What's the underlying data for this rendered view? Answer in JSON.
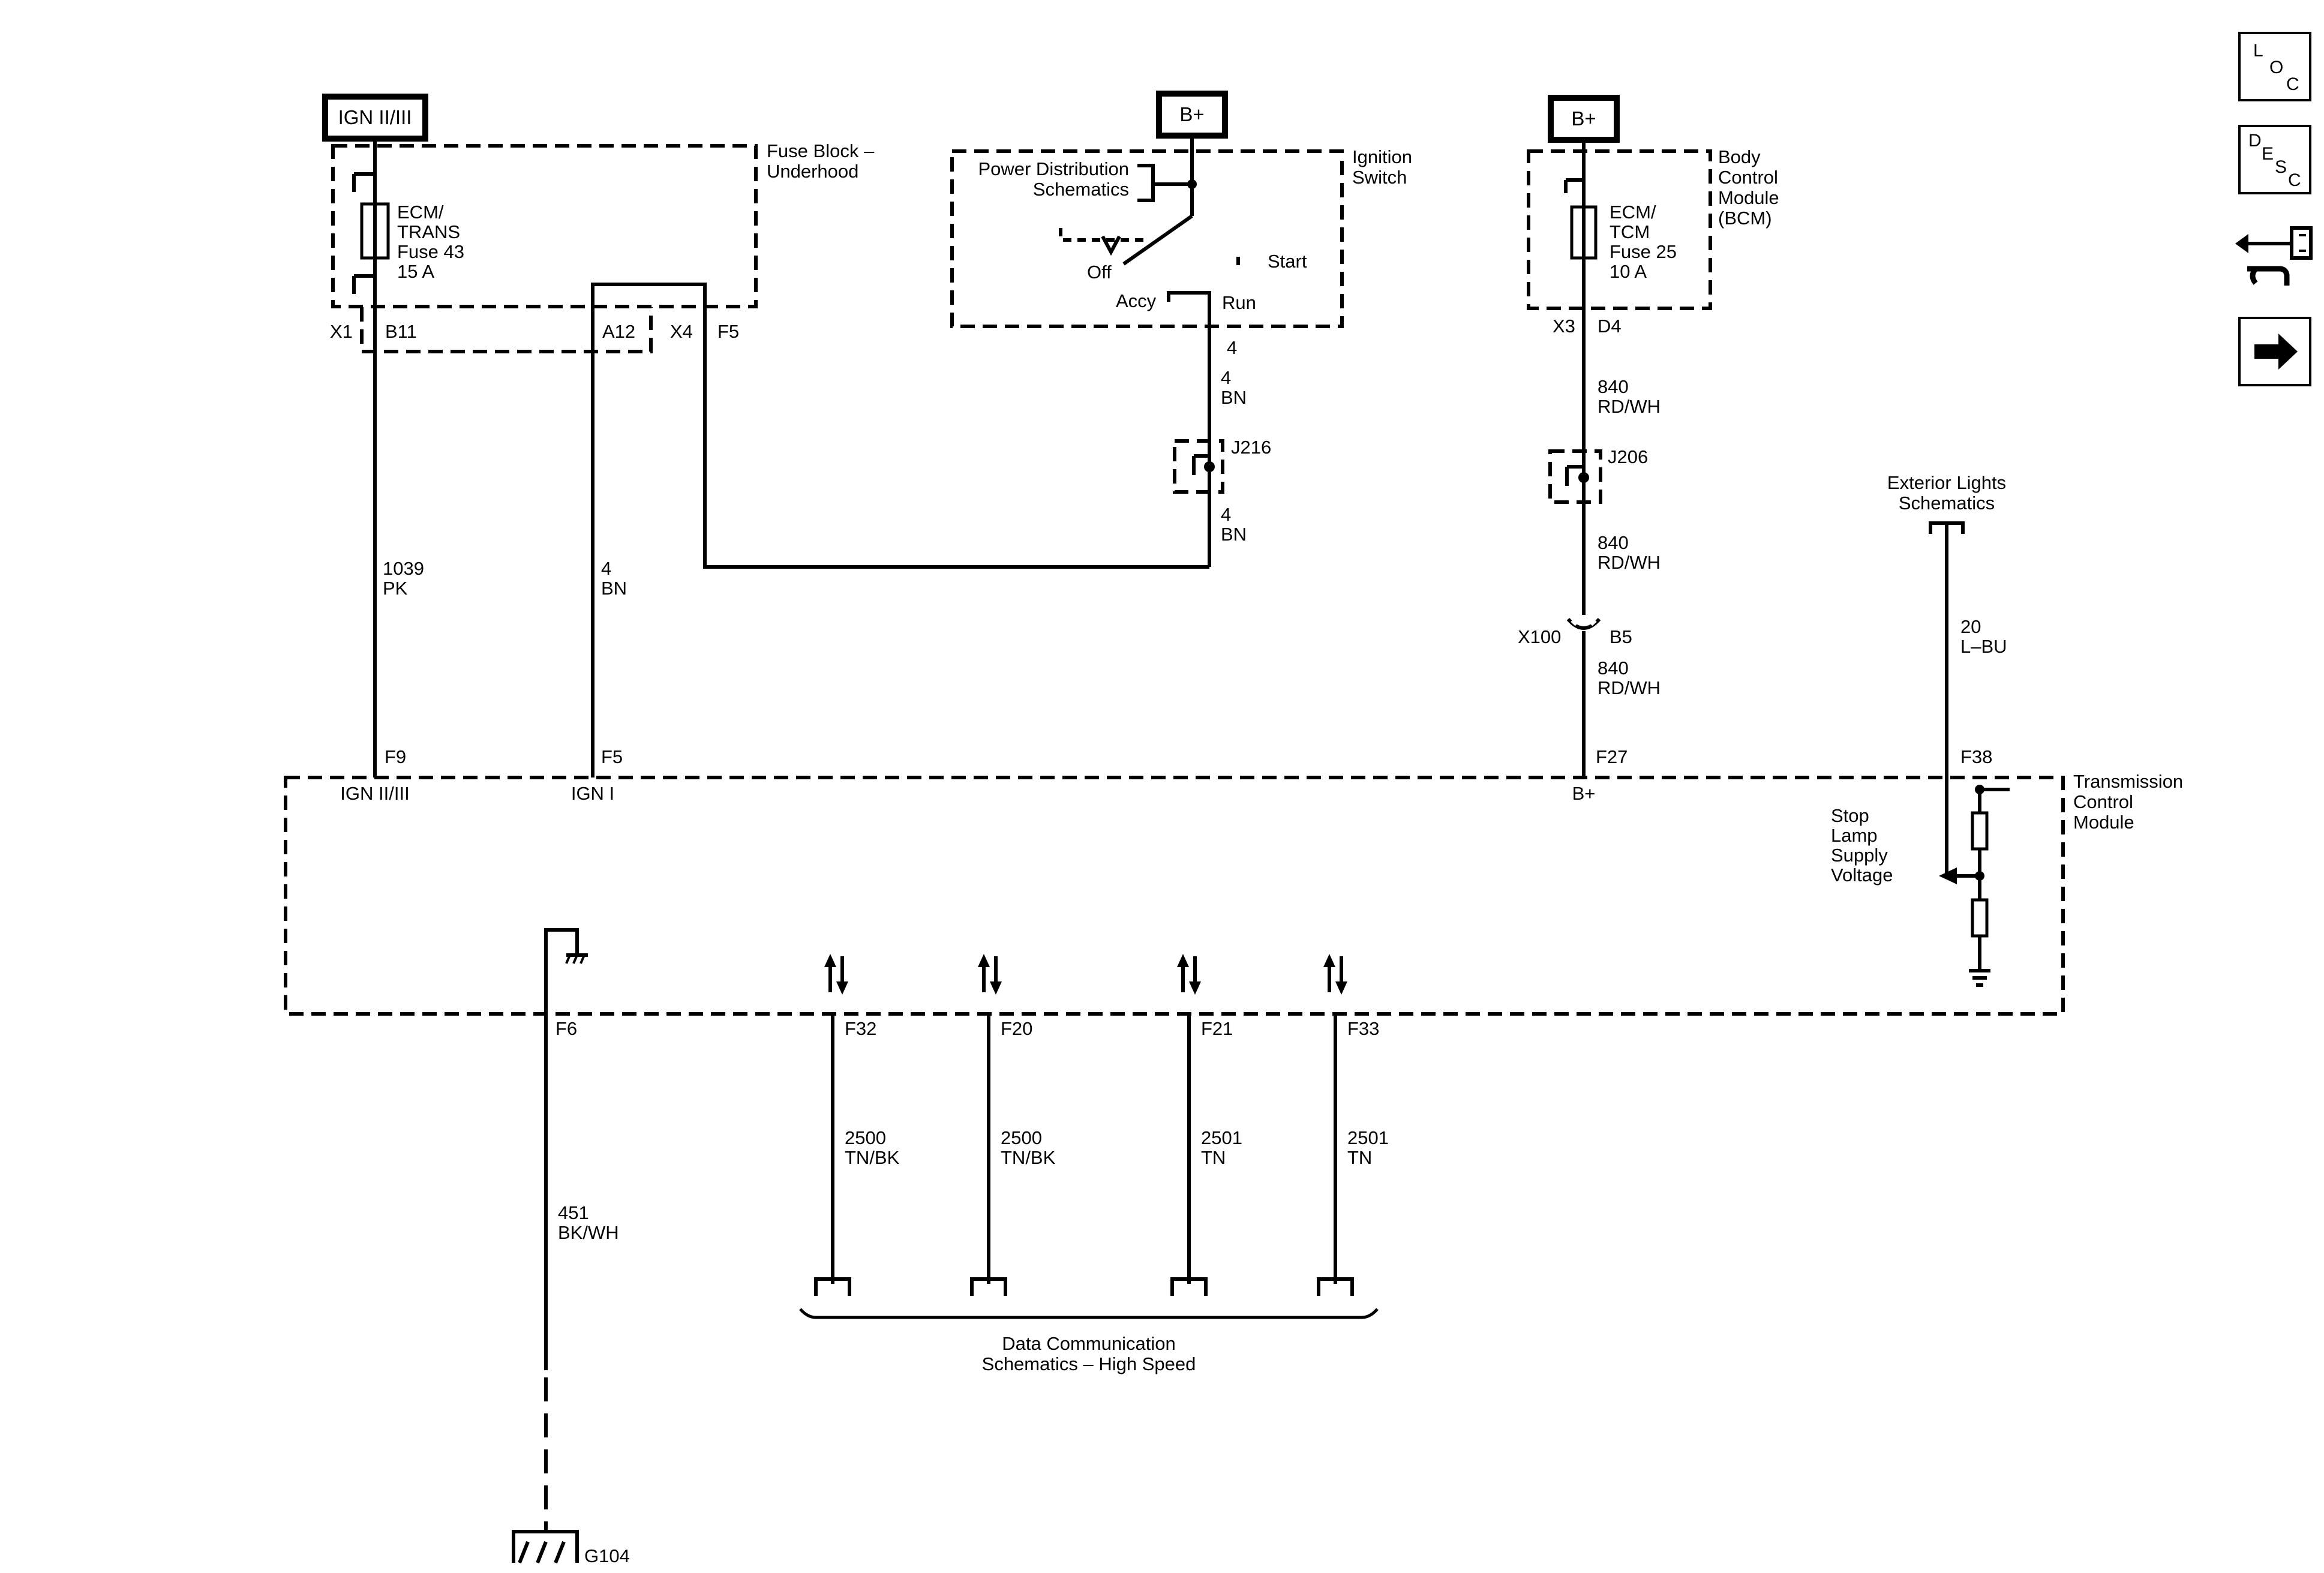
{
  "power_sources": {
    "ign23": "IGN II/III",
    "bplus_switch": "B+",
    "bplus_bcm": "B+"
  },
  "fuse_block": {
    "title_line1": "Fuse Block –",
    "title_line2": "Underhood",
    "fuse_line1": "ECM/",
    "fuse_line2": "TRANS",
    "fuse_line3": "Fuse 43",
    "fuse_line4": "15 A",
    "conn_x1": "X1",
    "pin_b11": "B11",
    "pin_a12": "A12",
    "conn_x4": "X4",
    "pin_f5": "F5"
  },
  "ignition_switch": {
    "title_line1": "Ignition",
    "title_line2": "Switch",
    "pd_line1": "Power Distribution",
    "pd_line2": "Schematics",
    "pos_off": "Off",
    "pos_accy": "Accy",
    "pos_run": "Run",
    "pos_start": "Start",
    "pin": "4"
  },
  "bcm": {
    "title_line1": "Body",
    "title_line2": "Control",
    "title_line3": "Module",
    "title_line4": "(BCM)",
    "fuse_line1": "ECM/",
    "fuse_line2": "TCM",
    "fuse_line3": "Fuse 25",
    "fuse_line4": "10 A",
    "conn": "X3",
    "pin": "D4"
  },
  "wires": {
    "w1039_num": "1039",
    "w1039_color": "PK",
    "w4a_num": "4",
    "w4a_color": "BN",
    "w4b_num": "4",
    "w4b_color": "BN",
    "w4c_num": "4",
    "w4c_color": "BN",
    "w840a_num": "840",
    "w840a_color": "RD/WH",
    "w840b_num": "840",
    "w840b_color": "RD/WH",
    "w840c_num": "840",
    "w840c_color": "RD/WH",
    "w20_num": "20",
    "w20_color": "L–BU",
    "w451_num": "451",
    "w451_color": "BK/WH",
    "w2500a_num": "2500",
    "w2500a_color": "TN/BK",
    "w2500b_num": "2500",
    "w2500b_color": "TN/BK",
    "w2501a_num": "2501",
    "w2501a_color": "TN",
    "w2501b_num": "2501",
    "w2501b_color": "TN"
  },
  "splices": {
    "j216": "J216",
    "j206": "J206"
  },
  "inline_connector": {
    "name": "X100",
    "pin": "B5"
  },
  "exterior_lights": {
    "line1": "Exterior Lights",
    "line2": "Schematics"
  },
  "tcm": {
    "title_line1": "Transmission",
    "title_line2": "Control",
    "title_line3": "Module",
    "pin_f9": "F9",
    "label_f9": "IGN II/III",
    "pin_f5": "F5",
    "label_f5": "IGN I",
    "pin_f27": "F27",
    "label_f27": "B+",
    "pin_f38": "F38",
    "stop_line1": "Stop",
    "stop_line2": "Lamp",
    "stop_line3": "Supply",
    "stop_line4": "Voltage",
    "pin_f6": "F6",
    "pin_f32": "F32",
    "pin_f20": "F20",
    "pin_f21": "F21",
    "pin_f33": "F33"
  },
  "data_comm": {
    "line1": "Data Communication",
    "line2": "Schematics – High Speed"
  },
  "ground": {
    "name": "G104"
  },
  "nav": {
    "loc_l": "L",
    "loc_o": "O",
    "loc_c": "C",
    "desc_d": "D",
    "desc_e": "E",
    "desc_s": "S",
    "desc_c": "C"
  }
}
